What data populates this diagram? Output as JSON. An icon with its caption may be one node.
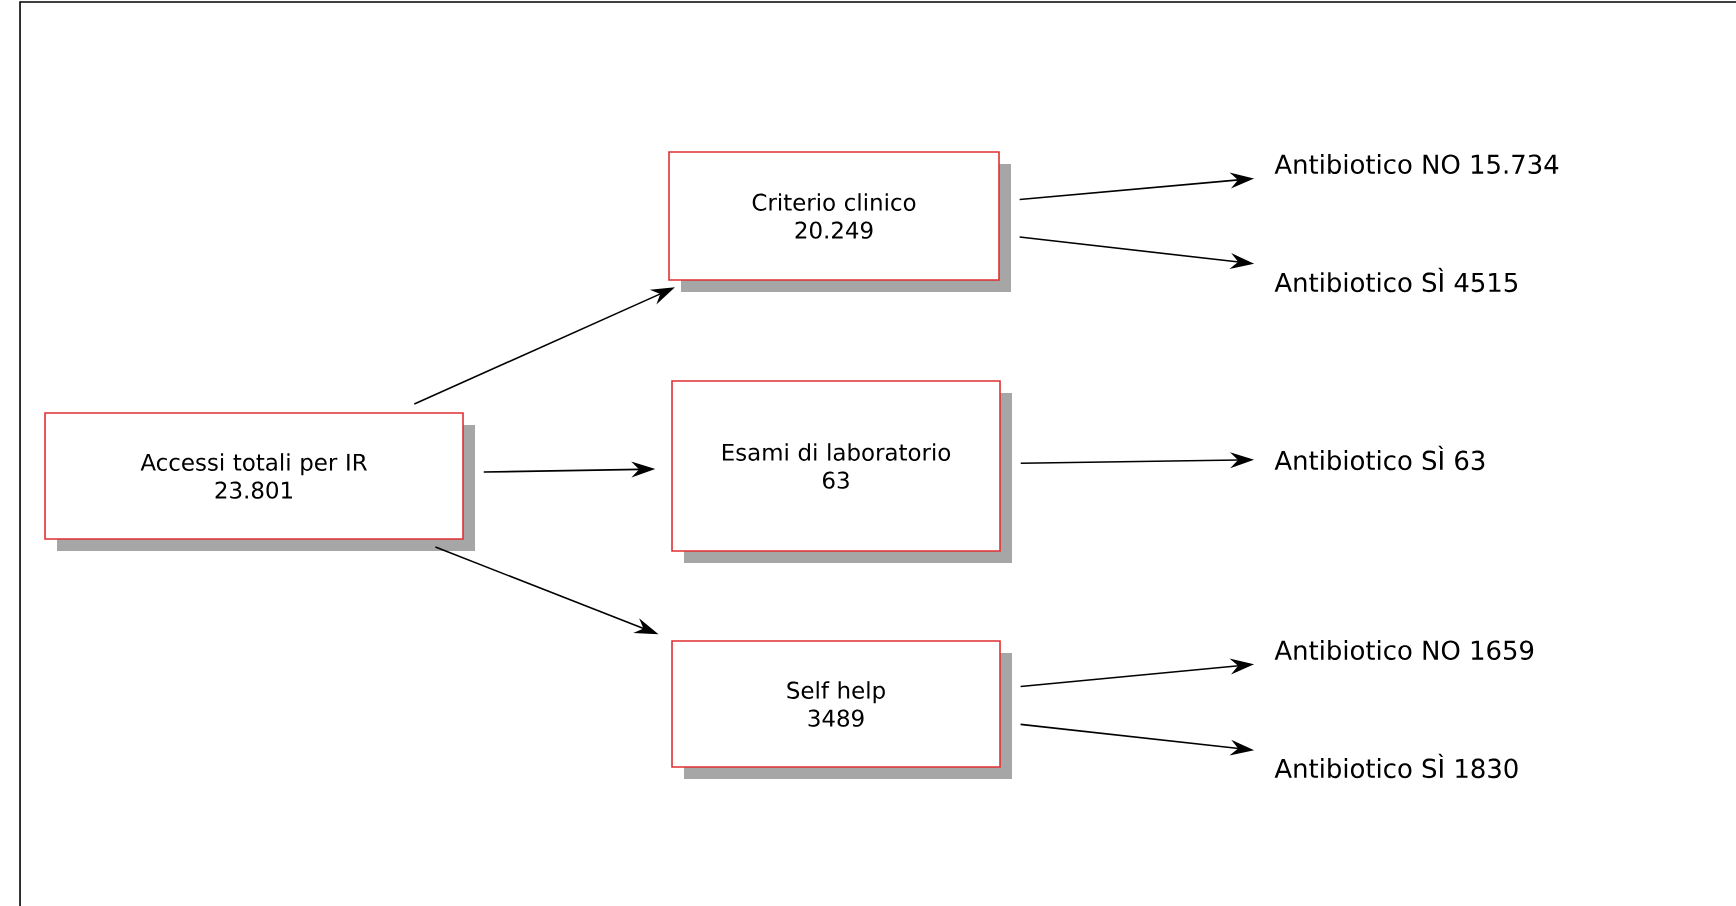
{
  "diagram": {
    "nodes": [
      {
        "text": [
          "Accessi totali per IR",
          "23.801"
        ]
      },
      {
        "text": [
          "Criterio clinico",
          "20.249"
        ]
      },
      {
        "text": [
          "Esami di laboratorio",
          "63"
        ]
      },
      {
        "text": [
          "Self help",
          "3489"
        ]
      },
      {
        "text": [
          "Antibiotico NO 15.734"
        ]
      },
      {
        "text": [
          "Antibiotico SÌ 4515"
        ]
      },
      {
        "text": [
          "Antibiotico SÌ 63"
        ]
      },
      {
        "text": [
          "Antibiotico NO 1659"
        ]
      },
      {
        "text": [
          "Antibiotico SÌ 1830"
        ]
      }
    ],
    "edges": [
      {
        "from": 0,
        "to": 1,
        "arrow": "to"
      },
      {
        "from": 0,
        "to": 2,
        "arrow": "to"
      },
      {
        "from": 0,
        "to": 3,
        "arrow": "to"
      },
      {
        "from": 1,
        "to": 4,
        "arrow": "to"
      },
      {
        "from": 1,
        "to": 5,
        "arrow": "to"
      },
      {
        "from": 2,
        "to": 6,
        "arrow": "to"
      },
      {
        "from": 3,
        "to": 7,
        "arrow": "to"
      },
      {
        "from": 3,
        "to": 8,
        "arrow": "to"
      }
    ]
  }
}
